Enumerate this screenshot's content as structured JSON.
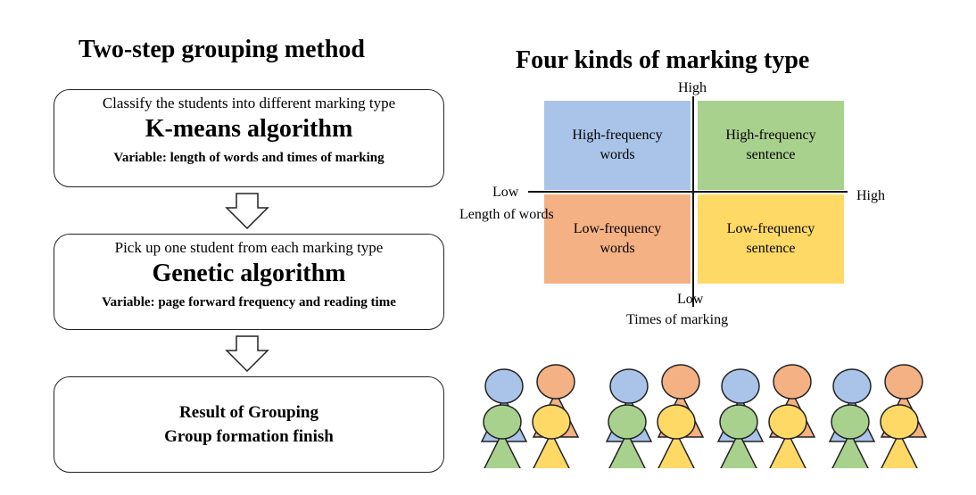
{
  "left": {
    "title": "Two-step grouping method",
    "step1": {
      "subtitle": "Classify the students into different marking type",
      "algorithm": "K-means algorithm",
      "variable": "Variable: length of words and times of marking"
    },
    "step2": {
      "subtitle": "Pick up one student from each marking type",
      "algorithm": "Genetic algorithm",
      "variable": "Variable: page forward frequency and reading time"
    },
    "result": {
      "line1": "Result of Grouping",
      "line2": "Group formation finish"
    }
  },
  "right": {
    "title": "Four kinds of marking type",
    "axes": {
      "y_high": "High",
      "y_low": "Low",
      "y_label": "Times of marking",
      "x_high": "High",
      "x_low": "Low",
      "x_label": "Length of words"
    },
    "quadrants": {
      "top_left": {
        "line1": "High-frequency",
        "line2": "words",
        "color": "#a9c4e8"
      },
      "top_right": {
        "line1": "High-frequency",
        "line2": "sentence",
        "color": "#a9d18e"
      },
      "bottom_left": {
        "line1": "Low-frequency",
        "line2": "words",
        "color": "#f4b183"
      },
      "bottom_right": {
        "line1": "Low-frequency",
        "line2": "sentence",
        "color": "#ffd966"
      }
    },
    "groups": {
      "count": 4,
      "person_colors": {
        "back_left": "#a9c4e8",
        "back_right": "#f4b183",
        "front_left": "#a9d18e",
        "front_right": "#ffd966"
      }
    }
  }
}
